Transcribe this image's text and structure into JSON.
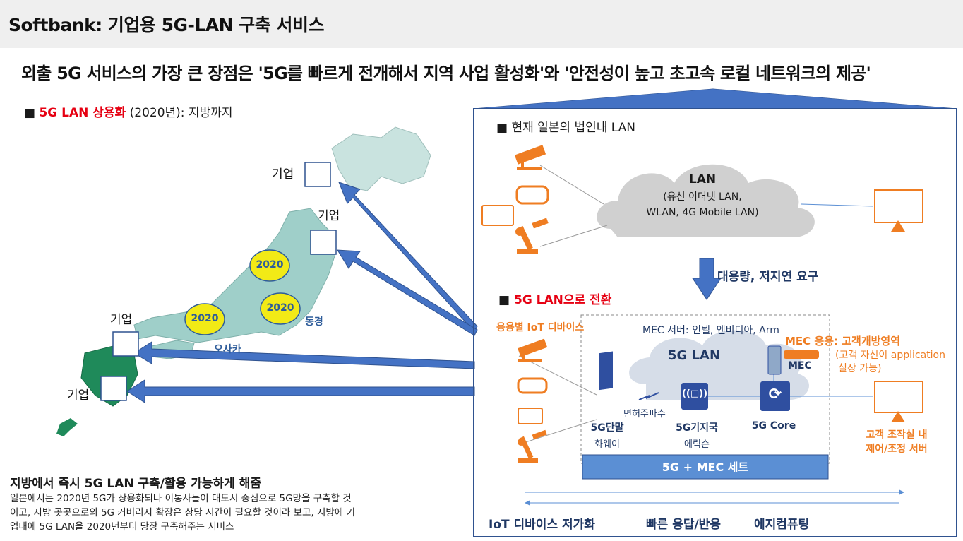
{
  "header": {
    "title": "Softbank: 기업용 5G-LAN 구축 서비스"
  },
  "subtitle": "외출 5G 서비스의 가장 큰 장점은 '5G를 빠르게 전개해서 지역 사업 활성화'와 '안전성이 높고 초고속 로컬 네트워크의 제공'",
  "left": {
    "heading_marker": "■",
    "heading_highlight": "5G LAN 상용화",
    "heading_rest": " (2020년): 지방까지",
    "enterprise_label": "기업",
    "year_badge": "2020",
    "city_tokyo": "동경",
    "city_osaka": "오사카",
    "summary_title": "지방에서 즉시 5G LAN 구축/활용 가능하게 해줌",
    "summary_line1": "일본에서는 2020년 5G가 상용화되나 이통사들이 대도시 중심으로 5G망을 구축할 것",
    "summary_line2": "이고, 지방 곳곳으로의 5G 커버리지 확장은 상당 시간이 필요할 것이라 보고, 지방에 기",
    "summary_line3": "업내에 5G LAN을 2020년부터 당장 구축해주는 서비스"
  },
  "right": {
    "current_heading": "■ 현재 일본의 법인내 LAN",
    "lan_title": "LAN",
    "lan_line1": "(유선 이더넷 LAN,",
    "lan_line2": "WLAN, 4G Mobile LAN)",
    "requirement": "대용량, 저지연 요구",
    "switch_marker": "■",
    "switch_heading": "5G LAN으로 전환",
    "iot_devices": "응용별 IoT 디바이스",
    "mec_server": "MEC 서버: 인텔, 엔비디아, Arm",
    "lan5g": "5G LAN",
    "mec_app": "MEC 응용: 고객개방영역",
    "mec_app_note1": "(고객 자신이 application",
    "mec_app_note2": "실장 가능)",
    "mec": "MEC",
    "unlicensed": "면허주파수",
    "terminal": "5G단말",
    "terminal_vendor": "화웨이",
    "base_station": "5G기지국",
    "bs_vendor": "에릭슨",
    "core": "5G Core",
    "control_server1": "고객 조작실 내",
    "control_server2": "제어/조정 서버",
    "set_bar": "5G + MEC 세트",
    "benefit1": "IoT 디바이스 저가화",
    "benefit2": "빠른 응답/반응",
    "benefit3": "에지컴퓨팅"
  },
  "colors": {
    "accent_orange": "#ef7d22",
    "accent_red": "#e60012",
    "arrow_blue": "#4472c4",
    "bar_blue": "#5b8fd4",
    "badge_yellow": "#f2ea16",
    "japan_teal": "#9fcfc9",
    "kyushu_green": "#1f8a5a"
  },
  "icons": [
    "cctv-camera-icon",
    "vr-headset-icon",
    "tablet-icon",
    "robot-arm-icon",
    "monitor-icon",
    "cloud-icon",
    "antenna-icon",
    "base-station-icon",
    "core-router-icon",
    "server-icon"
  ]
}
